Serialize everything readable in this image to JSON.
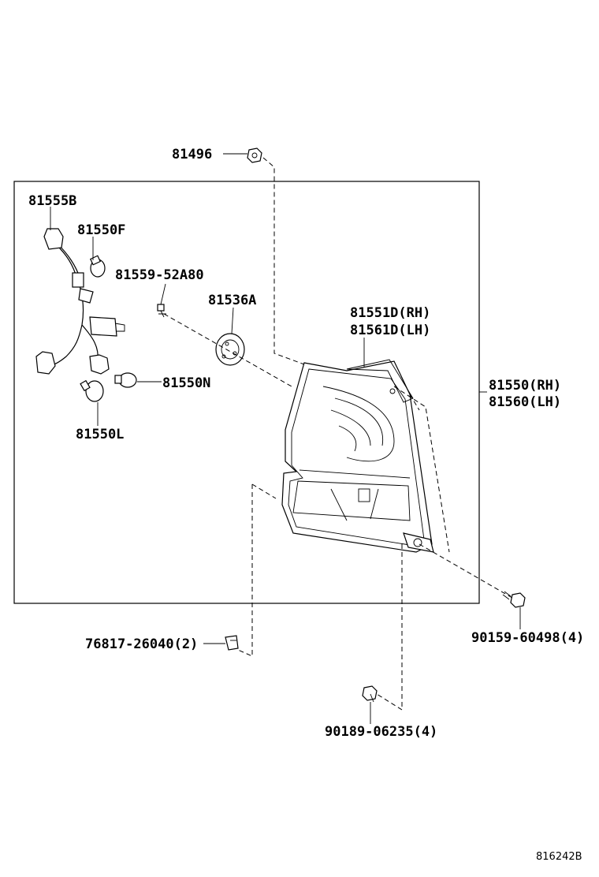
{
  "labels": {
    "p81496": "81496",
    "p81555B": "81555B",
    "p81550F": "81550F",
    "p81559": "81559-52A80",
    "p81536A": "81536A",
    "p81551D": "81551D(RH)",
    "p81561D": "81561D(LH)",
    "p81550N": "81550N",
    "p81550L": "81550L",
    "p81550RH": "81550(RH)",
    "p81560LH": "81560(LH)",
    "p90159": "90159-60498(4)",
    "p76817": "76817-26040(2)",
    "p90189": "90189-06235(4)"
  },
  "diagram_code": "816242B"
}
